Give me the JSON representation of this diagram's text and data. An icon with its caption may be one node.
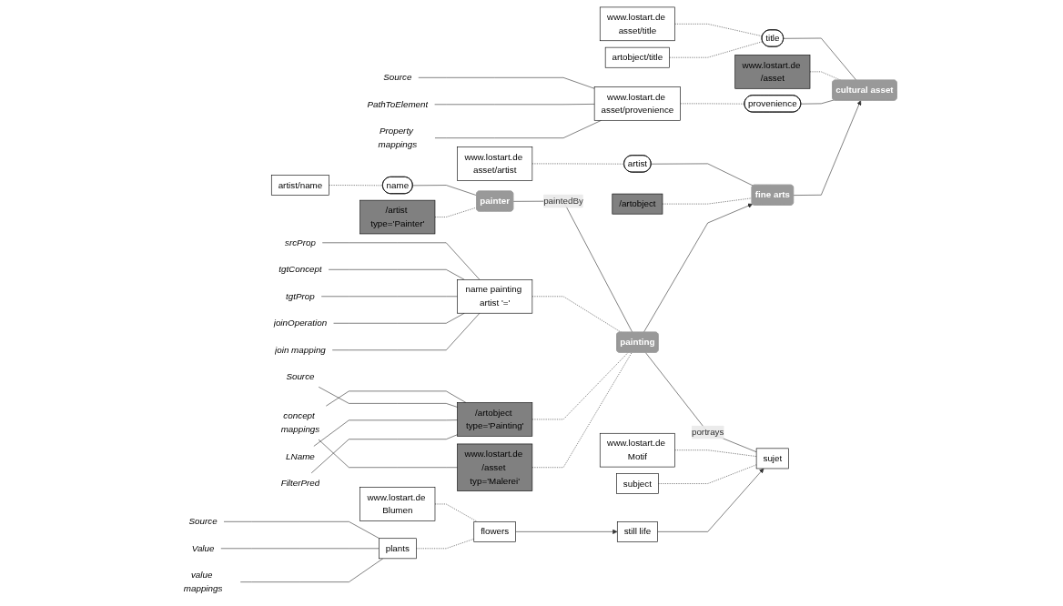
{
  "diagram": {
    "nodes": [
      {
        "text": [
          "www.lostart.de asset/title"
        ]
      },
      {
        "text": [
          "artobject/title"
        ]
      },
      {
        "text": [
          "title"
        ]
      },
      {
        "text": [
          "www.lostart.de /asset"
        ]
      },
      {
        "text": [
          "cultural asset"
        ]
      },
      {
        "text": [
          "www.lostart.de asset/provenience"
        ]
      },
      {
        "text": [
          "provenience"
        ]
      },
      {
        "text": [
          "Source"
        ]
      },
      {
        "text": [
          "PathToElement"
        ]
      },
      {
        "text": [
          "Property mappings"
        ]
      },
      {
        "text": [
          "www.lostart.de asset/artist"
        ]
      },
      {
        "text": [
          "artist"
        ]
      },
      {
        "text": [
          "/artobject"
        ]
      },
      {
        "text": [
          "fine arts"
        ]
      },
      {
        "text": [
          "artist/name"
        ]
      },
      {
        "text": [
          "painter"
        ]
      },
      {
        "text": [
          "name"
        ]
      },
      {
        "text": [
          "painting"
        ]
      },
      {
        "text": [
          "sujet"
        ]
      },
      {
        "text": [
          "www.lostart.de Motif"
        ]
      },
      {
        "text": [
          "subject"
        ]
      },
      {
        "text": [
          "still life"
        ]
      },
      {
        "text": [
          "www.lostart.de Blumen"
        ]
      },
      {
        "text": [
          "flowers"
        ]
      },
      {
        "text": [
          "plants"
        ]
      },
      {
        "text": [
          "/artist type='Painter'"
        ]
      },
      {
        "text": [
          "name painting artist '='"
        ]
      },
      {
        "text": [
          "/artobject type='Painting'"
        ]
      },
      {
        "text": [
          "www.lostart.de /asset typ='Malerei'"
        ]
      },
      {
        "text": [
          "srcProp"
        ]
      },
      {
        "text": [
          "tgtConcept"
        ]
      },
      {
        "text": [
          "tgtProp"
        ]
      },
      {
        "text": [
          "joinOperation"
        ]
      },
      {
        "text": [
          "join mapping"
        ]
      },
      {
        "text": [
          "concept mappings"
        ]
      },
      {
        "text": [
          "Source"
        ]
      },
      {
        "text": [
          "LName"
        ]
      },
      {
        "text": [
          "FilterPred"
        ]
      },
      {
        "text": [
          "Source"
        ]
      },
      {
        "text": [
          "Value"
        ]
      },
      {
        "text": [
          "value mappings"
        ]
      }
    ],
    "edges": [
      {
        "from": 0,
        "to": 2,
        "arrow": "none",
        "style": "dashed"
      },
      {
        "from": 1,
        "to": 2,
        "arrow": "none",
        "style": "dashed"
      },
      {
        "from": 2,
        "to": 4,
        "arrow": "none"
      },
      {
        "from": 3,
        "to": 4,
        "arrow": "none",
        "style": "dashed"
      },
      {
        "from": 5,
        "to": 6,
        "arrow": "none",
        "style": "dashed"
      },
      {
        "from": 6,
        "to": 4,
        "arrow": "none"
      },
      {
        "from": 7,
        "to": 5,
        "arrow": "none"
      },
      {
        "from": 8,
        "to": 5,
        "arrow": "none"
      },
      {
        "from": 9,
        "to": 5,
        "arrow": "none"
      },
      {
        "from": 13,
        "to": 4,
        "arrow": "to"
      },
      {
        "from": 10,
        "to": 11,
        "arrow": "none",
        "style": "dashed"
      },
      {
        "from": 11,
        "to": 13,
        "arrow": "none"
      },
      {
        "from": 12,
        "to": 13,
        "arrow": "none",
        "style": "dashed"
      },
      {
        "from": 17,
        "to": 13,
        "arrow": "to"
      },
      {
        "from": 15,
        "to": 17,
        "arrow": "none",
        "label": "paintedBy"
      },
      {
        "from": 17,
        "to": 18,
        "arrow": "none",
        "label": "portrays"
      },
      {
        "from": 14,
        "to": 16,
        "arrow": "none",
        "style": "dashed"
      },
      {
        "from": 16,
        "to": 15,
        "arrow": "none"
      },
      {
        "from": 25,
        "to": 15,
        "arrow": "none",
        "style": "dashed"
      },
      {
        "from": 26,
        "to": 17,
        "arrow": "none",
        "style": "dashed"
      },
      {
        "from": 27,
        "to": 17,
        "arrow": "none",
        "style": "dashed"
      },
      {
        "from": 28,
        "to": 17,
        "arrow": "none",
        "style": "dashed"
      },
      {
        "from": 19,
        "to": 18,
        "arrow": "none",
        "style": "dashed"
      },
      {
        "from": 20,
        "to": 18,
        "arrow": "none",
        "style": "dashed"
      },
      {
        "from": 21,
        "to": 18,
        "arrow": "to"
      },
      {
        "from": 23,
        "to": 21,
        "arrow": "to"
      },
      {
        "from": 22,
        "to": 23,
        "arrow": "none",
        "style": "dashed"
      },
      {
        "from": 24,
        "to": 23,
        "arrow": "none",
        "style": "dashed"
      },
      {
        "from": 29,
        "to": 26,
        "arrow": "none"
      },
      {
        "from": 30,
        "to": 26,
        "arrow": "none"
      },
      {
        "from": 31,
        "to": 26,
        "arrow": "none"
      },
      {
        "from": 32,
        "to": 26,
        "arrow": "none"
      },
      {
        "from": 33,
        "to": 26,
        "arrow": "none"
      },
      {
        "from": 34,
        "to": 27,
        "arrow": "none"
      },
      {
        "from": 34,
        "to": 28,
        "arrow": "none"
      },
      {
        "from": 35,
        "to": 27,
        "arrow": "none"
      },
      {
        "from": 36,
        "to": 27,
        "arrow": "none"
      },
      {
        "from": 37,
        "to": 27,
        "arrow": "none"
      },
      {
        "from": 38,
        "to": 24,
        "arrow": "none"
      },
      {
        "from": 39,
        "to": 24,
        "arrow": "none"
      },
      {
        "from": 40,
        "to": 24,
        "arrow": "none"
      }
    ]
  }
}
